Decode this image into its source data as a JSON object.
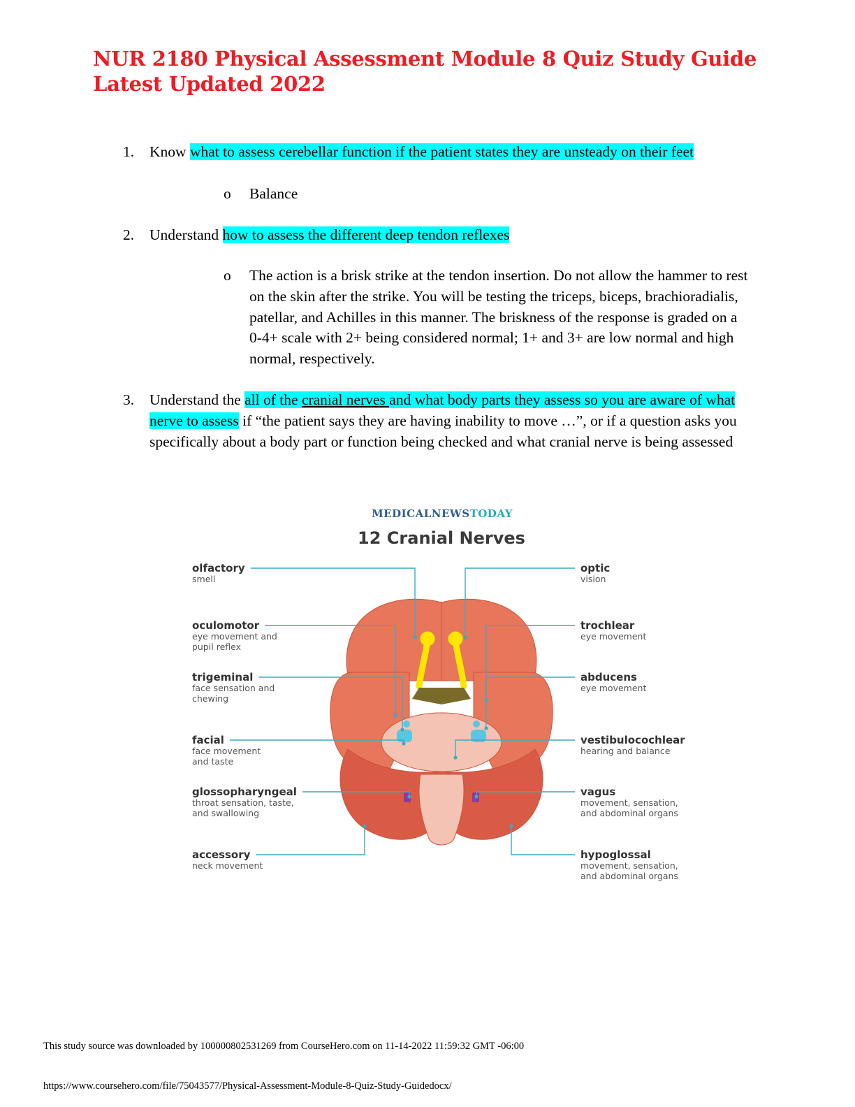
{
  "document": {
    "title": "NUR 2180 Physical Assessment Module 8 Quiz Study Guide Latest Updated 2022"
  },
  "items": [
    {
      "number": "1.",
      "prefix": "Know ",
      "highlight": "what to assess cerebellar function if the patient states they are unsteady on their feet",
      "sub": {
        "bullet": "o",
        "text": "Balance"
      }
    },
    {
      "number": "2.",
      "prefix": "Understand ",
      "highlight": "how to assess the different deep tendon reflexes",
      "sub": {
        "bullet": "o",
        "text": "The action is a brisk strike at the tendon insertion. Do not allow the hammer to rest on the skin after the strike. You will be testing the triceps, biceps, brachioradialis, patellar, and Achilles in this manner. The briskness of the response is graded on a 0-4+ scale with 2+ being considered normal; 1+ and 3+ are low normal and high normal, respectively."
      }
    },
    {
      "number": "3.",
      "prefix": "Understand the ",
      "highlight_a": "all of the ",
      "highlight_underlined": "cranial nerves ",
      "highlight_b": "and what body parts they assess so you are aware of what nerve to assess",
      "rest": " if “the patient says they are having inability to move …”, or if a question asks you specifically about a body part or function being checked and what cranial nerve is being assessed"
    }
  ],
  "figure": {
    "brand": {
      "part1": "MEDICAL",
      "part2": "NEWS",
      "part3": "TODAY"
    },
    "title": "12 Cranial Nerves",
    "nerves_left": [
      {
        "name": "olfactory",
        "desc1": "smell",
        "desc2": ""
      },
      {
        "name": "oculomotor",
        "desc1": "eye movement and",
        "desc2": "pupil reflex"
      },
      {
        "name": "trigeminal",
        "desc1": "face sensation and",
        "desc2": "chewing"
      },
      {
        "name": "facial",
        "desc1": "face movement",
        "desc2": "and taste"
      },
      {
        "name": "glossopharyngeal",
        "desc1": "throat sensation, taste,",
        "desc2": "and swallowing"
      },
      {
        "name": "accessory",
        "desc1": "neck movement",
        "desc2": ""
      }
    ],
    "nerves_right": [
      {
        "name": "optic",
        "desc1": "vision",
        "desc2": ""
      },
      {
        "name": "trochlear",
        "desc1": "eye movement",
        "desc2": ""
      },
      {
        "name": "abducens",
        "desc1": "eye movement",
        "desc2": ""
      },
      {
        "name": "vestibulocochlear",
        "desc1": "hearing and balance",
        "desc2": ""
      },
      {
        "name": "vagus",
        "desc1": "movement, sensation,",
        "desc2": "and abdominal organs"
      },
      {
        "name": "hypoglossal",
        "desc1": "movement, sensation,",
        "desc2": "and abdominal organs"
      }
    ],
    "colors": {
      "brain": "#e8765a",
      "brain_dark": "#c9553c",
      "cerebellum": "#d95a45",
      "brainstem": "#f5c3b4",
      "line": "#3fa9c4",
      "label": "#333333",
      "sub_label": "#555555",
      "brand_blue": "#2f5d8c",
      "brand_teal": "#2ea6b8",
      "olfactory": "#ffe600",
      "chiasm": "#7a6a2a",
      "nerve_blue": "#5bc6e0",
      "nerve_purple": "#8b3a9e"
    }
  },
  "footer": {
    "source": "This study source was downloaded by 100000802531269 from CourseHero.com on 11-14-2022 11:59:32 GMT -06:00",
    "url": "https://www.coursehero.com/file/75043577/Physical-Assessment-Module-8-Quiz-Study-Guidedocx/"
  }
}
